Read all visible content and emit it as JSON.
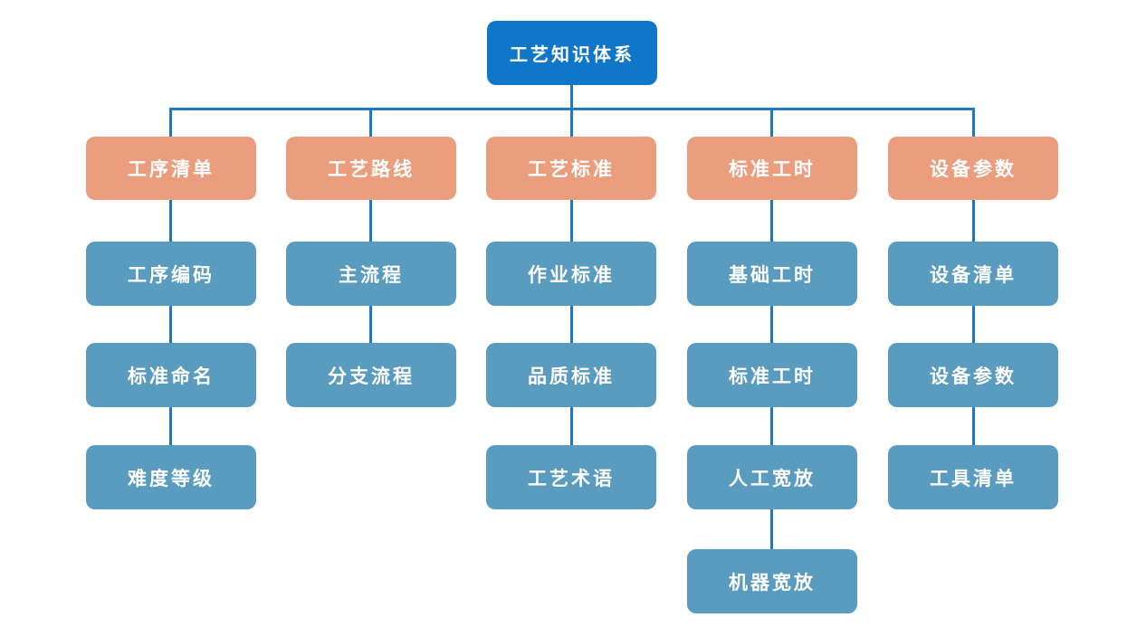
{
  "diagram": {
    "root": {
      "label": "工艺知识体系"
    },
    "columns": [
      {
        "header": "工序清单",
        "children": [
          "工序编码",
          "标准命名",
          "难度等级"
        ]
      },
      {
        "header": "工艺路线",
        "children": [
          "主流程",
          "分支流程"
        ]
      },
      {
        "header": "工艺标准",
        "children": [
          "作业标准",
          "品质标准",
          "工艺术语"
        ]
      },
      {
        "header": "标准工时",
        "children": [
          "基础工时",
          "标准工时",
          "人工宽放",
          "机器宽放"
        ]
      },
      {
        "header": "设备参数",
        "children": [
          "设备清单",
          "设备参数",
          "工具清单"
        ]
      }
    ],
    "colors": {
      "root_fill": "#0f76c8",
      "category_fill": "#eb9e7d",
      "child_fill": "#5a9bc0",
      "connector": "#1b7ac6",
      "node_text": "#ffffff",
      "background": "#ffffff"
    }
  }
}
